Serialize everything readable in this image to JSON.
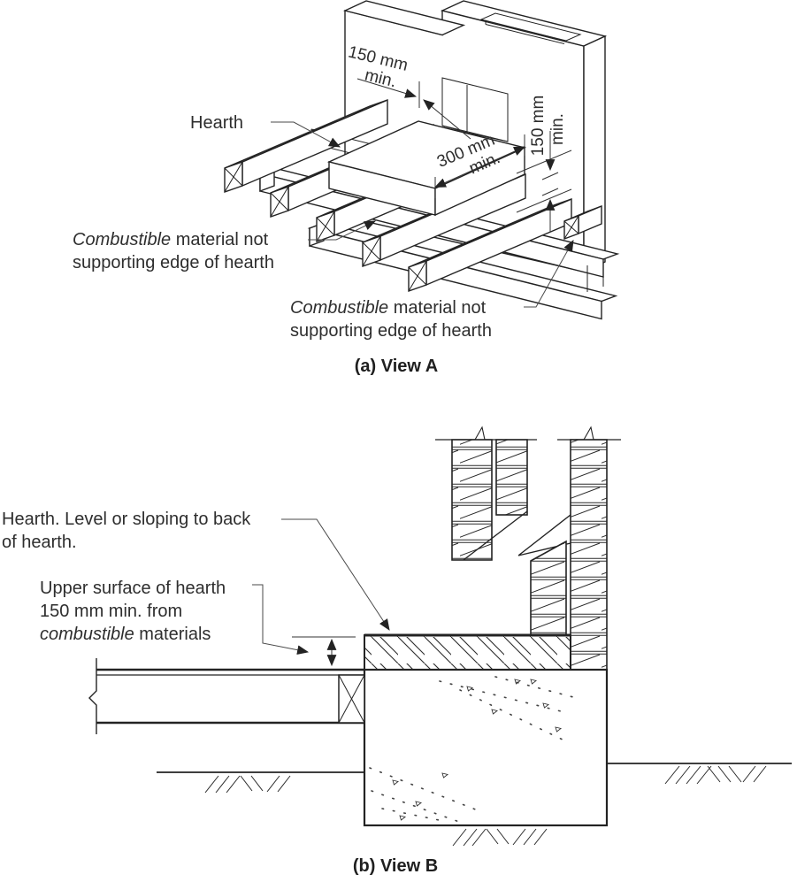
{
  "figure": {
    "view_a": {
      "caption": "(a) View A",
      "labels": {
        "hearth": "Hearth",
        "combustible_left": {
          "italic": "Combustible",
          "line1_rest": " material not",
          "line2": "supporting edge of hearth"
        },
        "combustible_right": {
          "italic": "Combustible",
          "line1_rest": " material not",
          "line2": "supporting edge of hearth"
        }
      },
      "dimensions": {
        "back_clearance": {
          "line1": "150 mm",
          "line2": "min."
        },
        "front_projection": {
          "line1": "300 mm",
          "line2": "min."
        },
        "side_clearance": {
          "line1": "150 mm",
          "line2": "min."
        }
      }
    },
    "view_b": {
      "caption": "(b) View B",
      "labels": {
        "hearth_level": {
          "line1": "Hearth. Level or sloping to back",
          "line2": "of hearth."
        },
        "upper_surface": {
          "line1": "Upper surface of hearth",
          "line2": "150 mm min. from",
          "line3_italic": "combustible",
          "line3_rest": " materials"
        }
      }
    }
  }
}
